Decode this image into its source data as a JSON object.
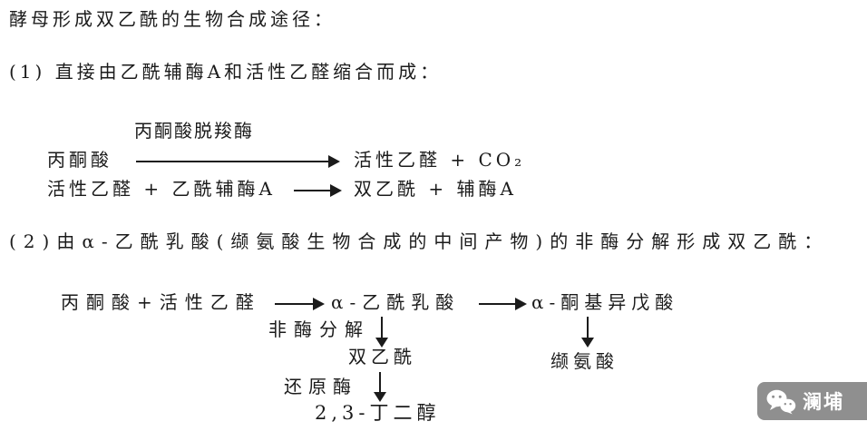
{
  "colors": {
    "background": "#ffffff",
    "text": "#1b1b1b",
    "watermark_background": "#8f8f8f",
    "watermark_text": "#ffffff"
  },
  "title": "酵母形成双乙酰的生物合成途径：",
  "section1": {
    "heading": "(1) 直接由乙酰辅酶A和活性乙醛缩合而成：",
    "enzyme_label": "丙酮酸脱羧酶",
    "reaction1": {
      "substrate": "丙酮酸",
      "products": "活性乙醛 + CO₂"
    },
    "reaction2": {
      "substrates": "活性乙醛 + 乙酰辅酶A",
      "products": "双乙酰 + 辅酶A"
    }
  },
  "section2": {
    "heading": "(2)由α-乙酰乳酸(缬氨酸生物合成的中间产物)的非酶分解形成双乙酰：",
    "chain": {
      "substrates": "丙酮酸+活性乙醛",
      "intermediate": "α-乙酰乳酸",
      "keto_acid": "α-酮基异戊酸"
    },
    "nonenzymatic_label": "非酶分解",
    "diacetyl": "双乙酰",
    "valine": "缬氨酸",
    "reductase_label": "还原酶",
    "butanediol": "2,3-丁二醇"
  },
  "watermark": {
    "brand": "澜埔",
    "icon": "wechat-icon"
  }
}
